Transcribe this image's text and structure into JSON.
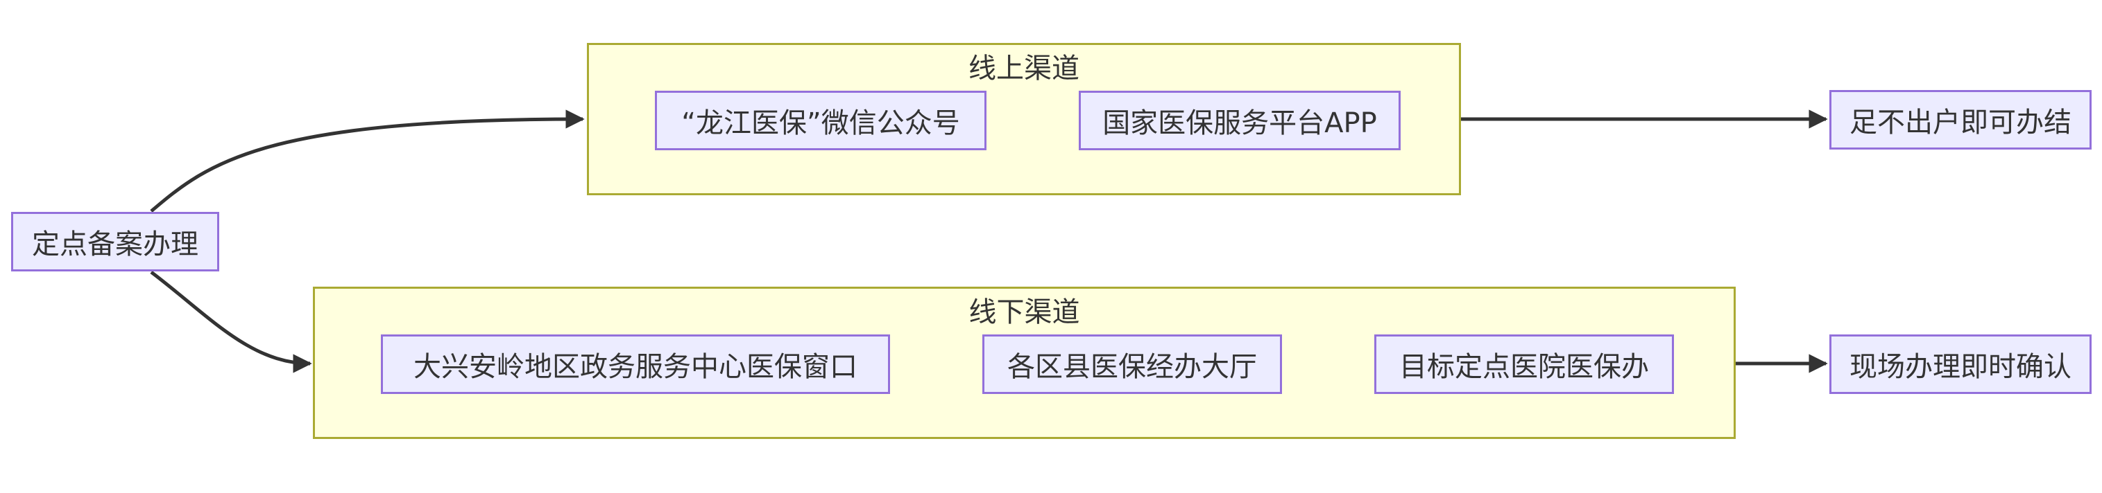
{
  "colors": {
    "node_fill": "#ececff",
    "node_border": "#9370db",
    "group_fill": "#ffffde",
    "group_border": "#aaaa33",
    "edge": "#333333",
    "text": "#333333"
  },
  "nodes": {
    "start": "定点备案办理",
    "online_result": "足不出户即可办结",
    "offline_result": "现场办理即时确认"
  },
  "groups": {
    "online": {
      "title": "线上渠道",
      "items": [
        "“龙江医保”微信公众号",
        "国家医保服务平台APP"
      ]
    },
    "offline": {
      "title": "线下渠道",
      "items": [
        "大兴安岭地区政务服务中心医保窗口",
        "各区县医保经办大厅",
        "目标定点医院医保办"
      ]
    }
  },
  "edges": [
    {
      "from": "start",
      "to": "online"
    },
    {
      "from": "start",
      "to": "offline"
    },
    {
      "from": "online",
      "to": "online_result"
    },
    {
      "from": "offline",
      "to": "offline_result"
    }
  ]
}
